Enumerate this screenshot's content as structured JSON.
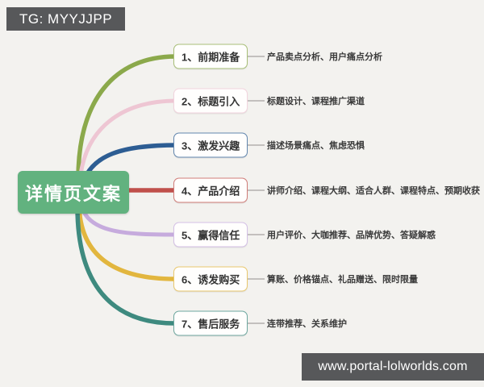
{
  "watermarks": {
    "top_left": "TG: MYYJJPP",
    "bottom_right": "www.portal-lolworlds.com"
  },
  "root": {
    "label": "详情页文案",
    "color": "#62b27f"
  },
  "branches": [
    {
      "label": "1、前期准备",
      "leaf": "产品卖点分析、用户痛点分析",
      "color": "#8ba94b"
    },
    {
      "label": "2、标题引入",
      "leaf": "标题设计、课程推广渠道",
      "color": "#eec6d3"
    },
    {
      "label": "3、激发兴趣",
      "leaf": "描述场景痛点、焦虑恐惧",
      "color": "#2d5d93"
    },
    {
      "label": "4、产品介绍",
      "leaf": "讲师介绍、课程大纲、适合人群、课程特点、预期收获",
      "color": "#c0504b"
    },
    {
      "label": "5、赢得信任",
      "leaf": "用户评价、大咖推荐、品牌优势、答疑解惑",
      "color": "#c6abdd"
    },
    {
      "label": "6、诱发购买",
      "leaf": "算账、价格锚点、礼品赠送、限时限量",
      "color": "#e2b63e"
    },
    {
      "label": "7、售后服务",
      "leaf": "连带推荐、关系维护",
      "color": "#3e8a7f"
    }
  ],
  "ui": {
    "connector_color": "#b3b0ad",
    "background_color": "#f3f2ef",
    "badge_color": "#57585a"
  }
}
